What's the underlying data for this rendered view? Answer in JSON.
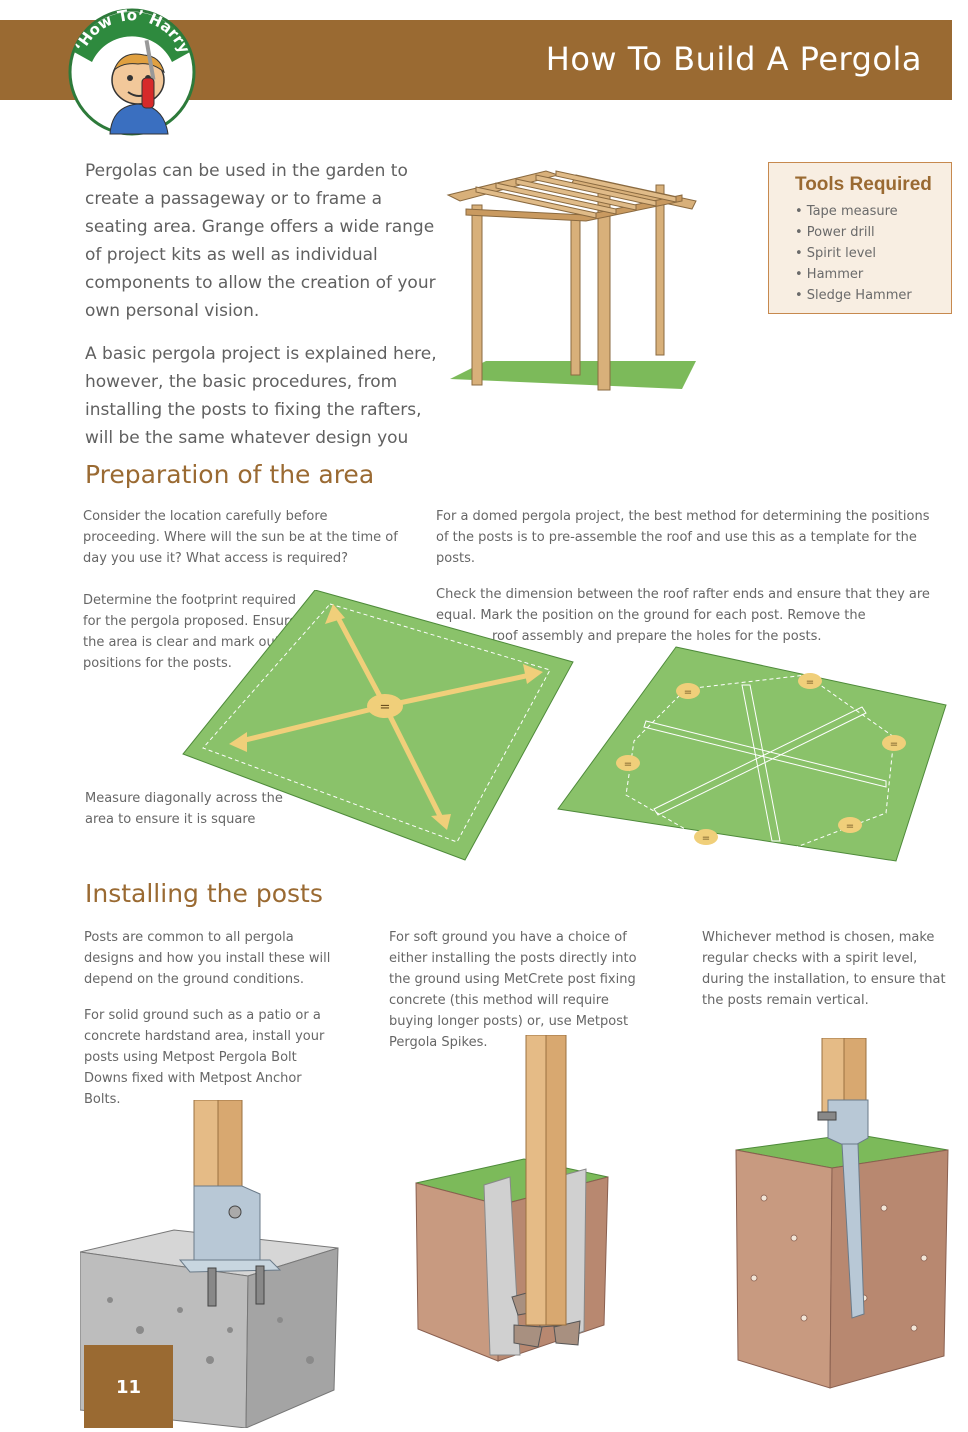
{
  "header": {
    "title": "How To Build A Pergola",
    "logo_text": "‘How To’ Harry"
  },
  "intro": {
    "p1": "Pergolas can be used in the garden to create a passageway or to frame a seating area. Grange offers a wide range of project kits as well as individual components to allow the creation of your own personal vision.",
    "p2": "A basic pergola project is explained here, however, the basic procedures, from installing the posts to fixing the rafters, will  be the same whatever design you"
  },
  "tools": {
    "title": "Tools Required",
    "items": [
      "• Tape measure",
      "• Power drill",
      "• Spirit level",
      "• Hammer",
      "• Sledge Hammer"
    ]
  },
  "preparation": {
    "title": "Preparation of the area",
    "left_p1": "Consider the location carefully before proceeding. Where will the sun be at the time of day you use it? What access is required?",
    "left_p2": "Determine the footprint required for the pergola proposed. Ensure the area is clear and mark out the positions for the posts.",
    "diagonal_caption": "Measure diagonally across the area to ensure it is square",
    "right_p1": "For a domed pergola project, the best method for determining the positions of the posts is to pre-assemble the roof and use this as a template for the posts.",
    "right_p2_a": "Check the dimension between the roof rafter ends and ensure that they are equal. Mark the position on the ground for each post. Remove the",
    "right_p2_b": "roof assembly and prepare the holes for the posts.",
    "equal_mark": "="
  },
  "posts": {
    "title": "Installing the posts",
    "col1_p1": "Posts are common to all pergola designs and how you install these will depend on the ground conditions.",
    "col1_p2": "For solid ground such as a patio or a concrete hardstand area, install your posts using Metpost Pergola Bolt Downs fixed with Metpost Anchor Bolts.",
    "col2_p1": "For soft ground you have a choice of either installing the posts directly into the ground using MetCrete post fixing concrete (this method will require buying longer posts) or, use Metpost Pergola Spikes.",
    "col3_p1": "Whichever method is chosen, make regular checks with a spirit level, during the installation, to ensure that the posts remain vertical."
  },
  "footer": {
    "page_number": "11"
  },
  "colors": {
    "brand_brown": "#9a6a32",
    "grass_green": "#8ac26a",
    "arrow_yellow": "#f0cf7a",
    "timber": "#d8b07a"
  }
}
